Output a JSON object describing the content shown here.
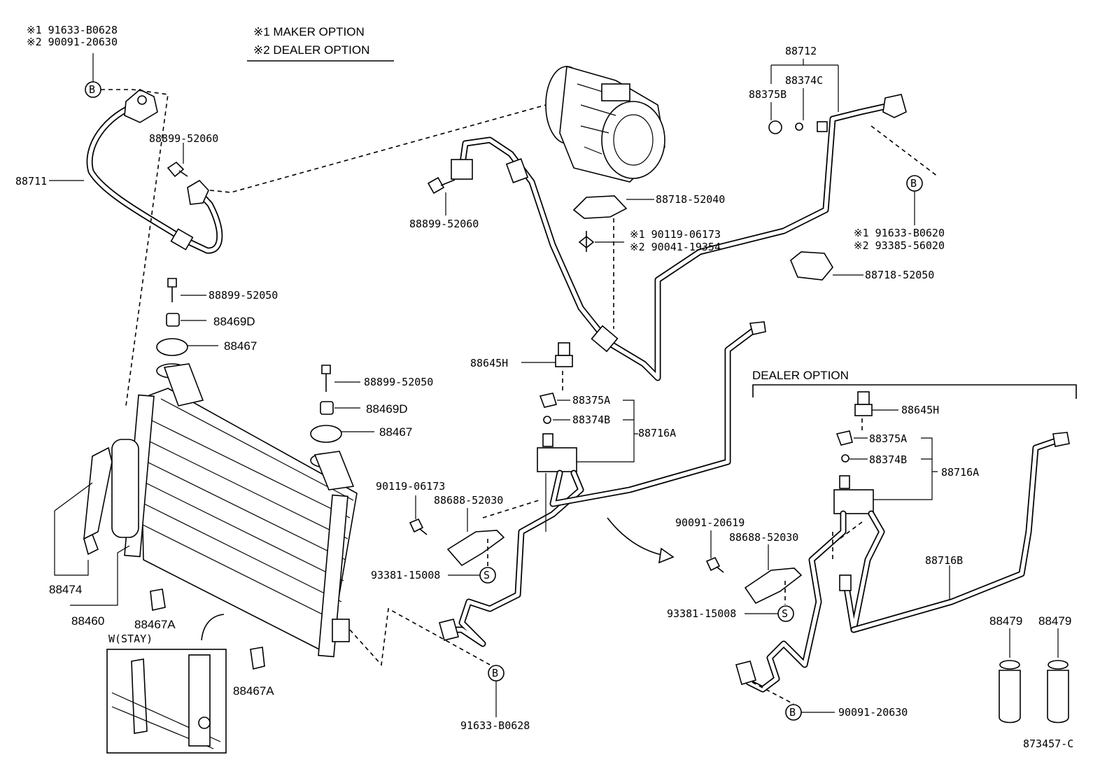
{
  "option_legend": {
    "maker": "※1 MAKER OPTION",
    "dealer": "※2 DEALER OPTION"
  },
  "top_left_note": {
    "line1": "※1  91633-B0628",
    "line2": "※2  90091-20630"
  },
  "right_note": {
    "line1": "※1  91633-B0620",
    "line2": "※2  93385-56020"
  },
  "bolt_note": {
    "line1": "※1  90119-06173",
    "line2": "※2  90041-19354"
  },
  "markers": {
    "b": "B",
    "s": "S"
  },
  "labels": {
    "p88711": "88711",
    "p88899_52060_a": "88899-52060",
    "p88899_52060_b": "88899-52060",
    "p88712": "88712",
    "p88374c": "88374C",
    "p88375b": "88375B",
    "p88718_52040": "88718-52040",
    "p88718_52050": "88718-52050",
    "p88899_52050_a": "88899-52050",
    "p88469d_a": "88469D",
    "p88467_a": "88467",
    "p88899_52050_b": "88899-52050",
    "p88469d_b": "88469D",
    "p88467_b": "88467",
    "p88645h_a": "88645H",
    "p88375a_a": "88375A",
    "p88374b_a": "88374B",
    "p88716a_a": "88716A",
    "p90119_06173": "90119-06173",
    "p88688_52030_a": "88688-52030",
    "p93381_15008_a": "93381-15008",
    "p91633_b0628": "91633-B0628",
    "p88474": "88474",
    "p88460": "88460",
    "p88467a_a": "88467A",
    "p88467a_b": "88467A",
    "w_stay": "W(STAY)",
    "dealer_option": "DEALER OPTION",
    "p88645h_b": "88645H",
    "p88375a_b": "88375A",
    "p88374b_b": "88374B",
    "p88716a_b": "88716A",
    "p90091_20619": "90091-20619",
    "p88688_52030_b": "88688-52030",
    "p93381_15008_b": "93381-15008",
    "p88716b": "88716B",
    "p88479_a": "88479",
    "p88479_b": "88479",
    "p90091_20630": "90091-20630",
    "figure_code": "873457-C"
  }
}
